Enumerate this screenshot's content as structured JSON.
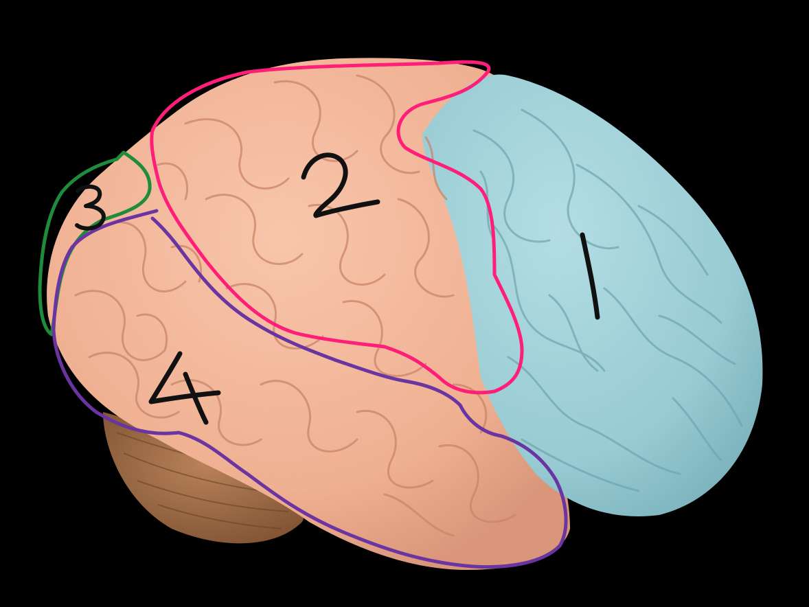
{
  "image": {
    "background_color": "#000000",
    "subject": "brain model",
    "colors": {
      "frontal_lobe": "#9ccfd6",
      "cortex": "#f2b89a",
      "cerebellum": "#a9744a",
      "outline_2": "#ff1e78",
      "outline_3": "#1e8c3a",
      "outline_4": "#6a35a0",
      "label_ink": "#111111"
    }
  },
  "annotations": [
    {
      "id": "1",
      "label": "1"
    },
    {
      "id": "2",
      "label": "2"
    },
    {
      "id": "3",
      "label": "3"
    },
    {
      "id": "4",
      "label": "4"
    }
  ]
}
